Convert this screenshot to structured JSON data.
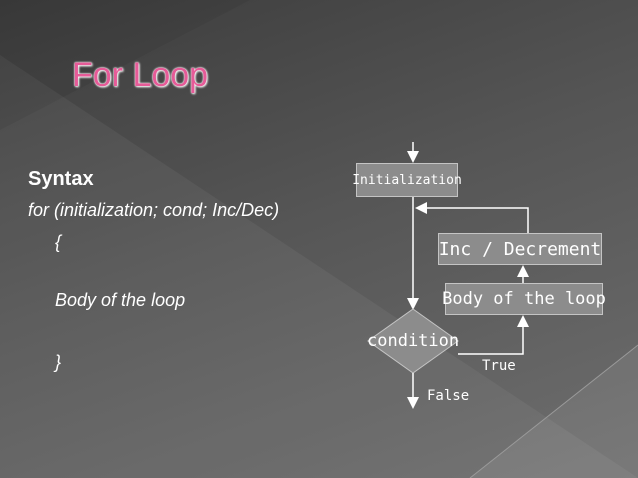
{
  "slide": {
    "title": "For Loop",
    "syntax_heading": "Syntax",
    "code_lines": [
      "for (initialization; cond; Inc/Dec)",
      "{",
      "Body of the loop",
      "}"
    ]
  },
  "flowchart": {
    "init_label": "Initialization",
    "inc_label": "Inc / Decrement",
    "body_label": "Body of the loop",
    "condition_label": "condition",
    "true_label": "True",
    "false_label": "False"
  },
  "colors": {
    "title": "#e65b98",
    "box_fill": "#8c8c8c",
    "text": "#ffffff"
  }
}
